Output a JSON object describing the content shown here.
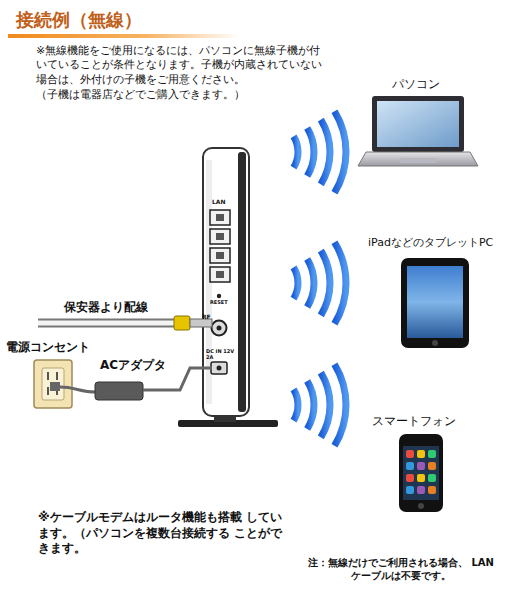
{
  "diagram": {
    "title": "接続例（無線）",
    "labels": [
      "※無線機能をご使用になるには、パソコンに無線子機が付いていることが条件となります。子機が内蔵されていない場合は、外付けの子機をご用意ください。",
      "（子機は電器店などでご購入できます。）",
      "LAN",
      "RESET",
      "RF",
      "DC IN 12V 2A",
      "保安器より配線",
      "電源コンセント",
      "ACアダプタ",
      "パソコン",
      "iPadなどのタブレットPC",
      "スマートフォン",
      "※ケーブルモデムはルータ機能も搭載 しています。（パソコンを複数台接続する ことができます。",
      "注：無線だけでご利用される場合、 LANケーブルは不要です。"
    ]
  }
}
